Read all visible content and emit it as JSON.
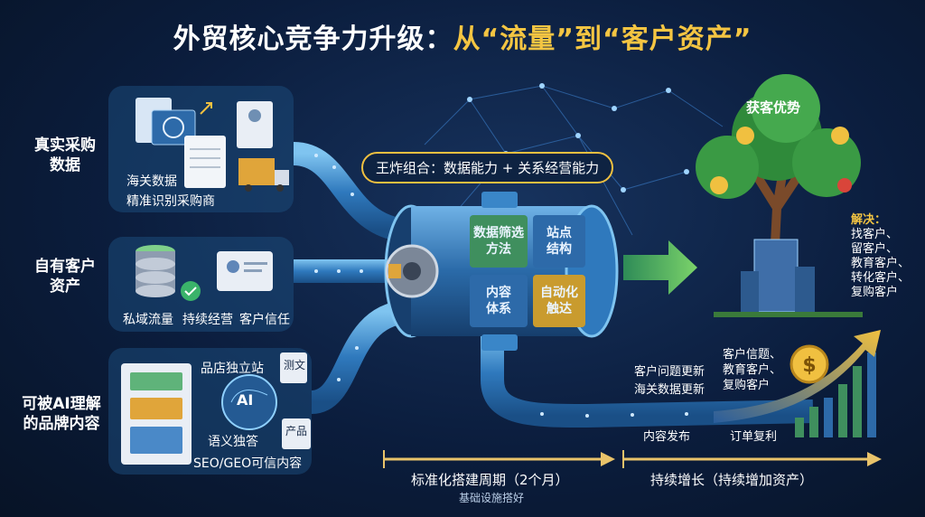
{
  "title": {
    "part1": "外贸核心竞争力升级：",
    "part2": "从“流量”到“客户资产”"
  },
  "inputs": {
    "procurement": {
      "label": "真实采购\n数据",
      "sub1": "海关数据",
      "sub2": "精准识别采购商"
    },
    "customers": {
      "label": "自有客户\n资产",
      "sub1": "私域流量",
      "sub2": "持续经营",
      "sub3": "客户信任"
    },
    "brand": {
      "label": "可被AI理解\n的品牌内容",
      "sub1": "品店独立站",
      "sub2": "语义独答",
      "sub3": "SEO/GEO可信内容",
      "ai_badge": "AI",
      "doc1": "测文",
      "doc2": "产品"
    }
  },
  "engine": {
    "combo": "王炸组合：数据能力 + 关系经营能力",
    "cells": [
      "数据筛选\n方法",
      "站点\n结构",
      "内容\n体系",
      "自动化\n触达"
    ]
  },
  "outcome": {
    "tree_label": "获客优势",
    "solve_title": "解决：",
    "solve_items": [
      "找客户、",
      "留客户、",
      "教育客户、",
      "转化客户、",
      "复购客户"
    ]
  },
  "loop": {
    "update1": "客户问题更新",
    "update2": "海关数据更新",
    "growth_note": "客户信题、\n教育客户、\n复购客户",
    "publish": "内容发布",
    "reorder": "订单复利"
  },
  "timeline": {
    "phase1": "标准化搭建周期（2个月）",
    "phase1_sub": "基础设施搭好",
    "phase2": "持续增长（持续增加资产）"
  },
  "colors": {
    "gold": "#f4c542",
    "pipe": "#3a86c8",
    "green": "#4caf50"
  }
}
